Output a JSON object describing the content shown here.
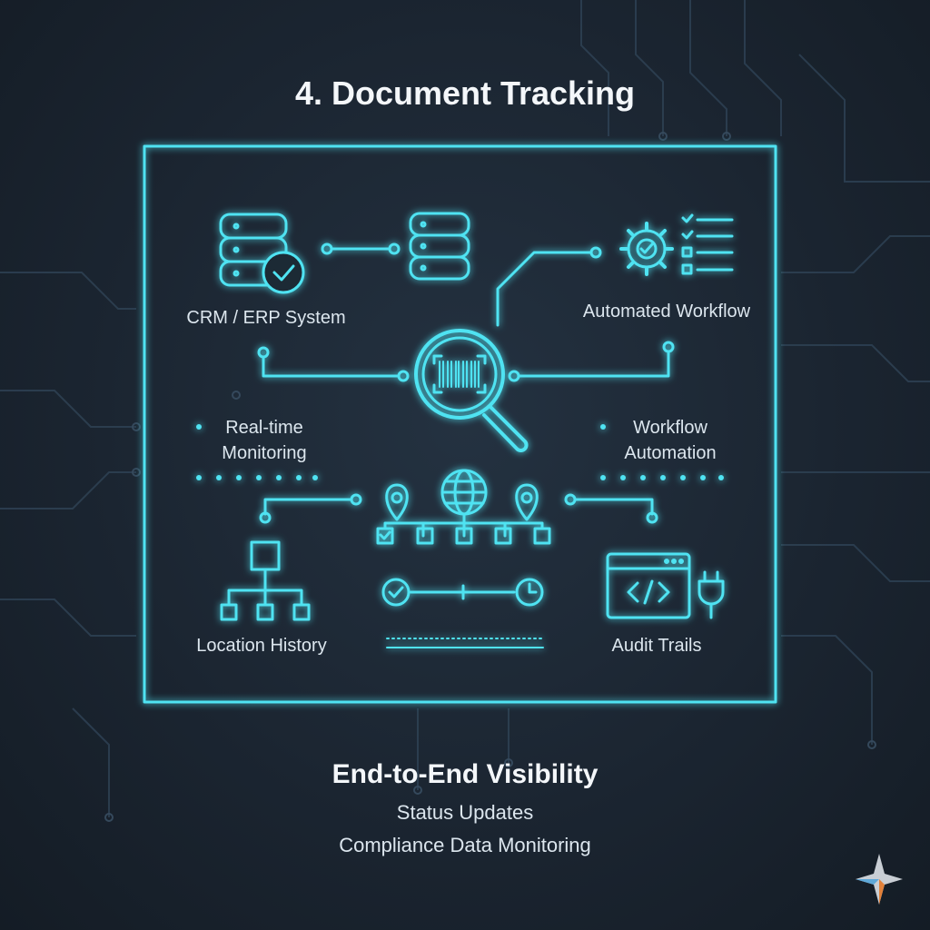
{
  "title": "4. Document Tracking",
  "panel": {
    "crm_label": "CRM / ERP System",
    "workflow_label": "Automated Workflow",
    "realtime_line1": "Real-time",
    "realtime_line2": "Monitoring",
    "wfauto_line1": "Workflow",
    "wfauto_line2": "Automation",
    "location_label": "Location History",
    "audit_label": "Audit Trails"
  },
  "footer": {
    "heading": "End-to-End Visibility",
    "line1": "Status Updates",
    "line2": "Compliance Data Monitoring"
  },
  "colors": {
    "accent": "#4fe3f2",
    "background": "#1b2531",
    "text": "#f4f7fa"
  },
  "icons": [
    "database-check-icon",
    "database-icon",
    "gear-checklist-icon",
    "barcode-magnifier-icon",
    "globe-network-icon",
    "location-pin-icon",
    "hierarchy-icon",
    "timeline-check-clock-icon",
    "code-window-plug-icon",
    "sparkle-logo-icon"
  ]
}
